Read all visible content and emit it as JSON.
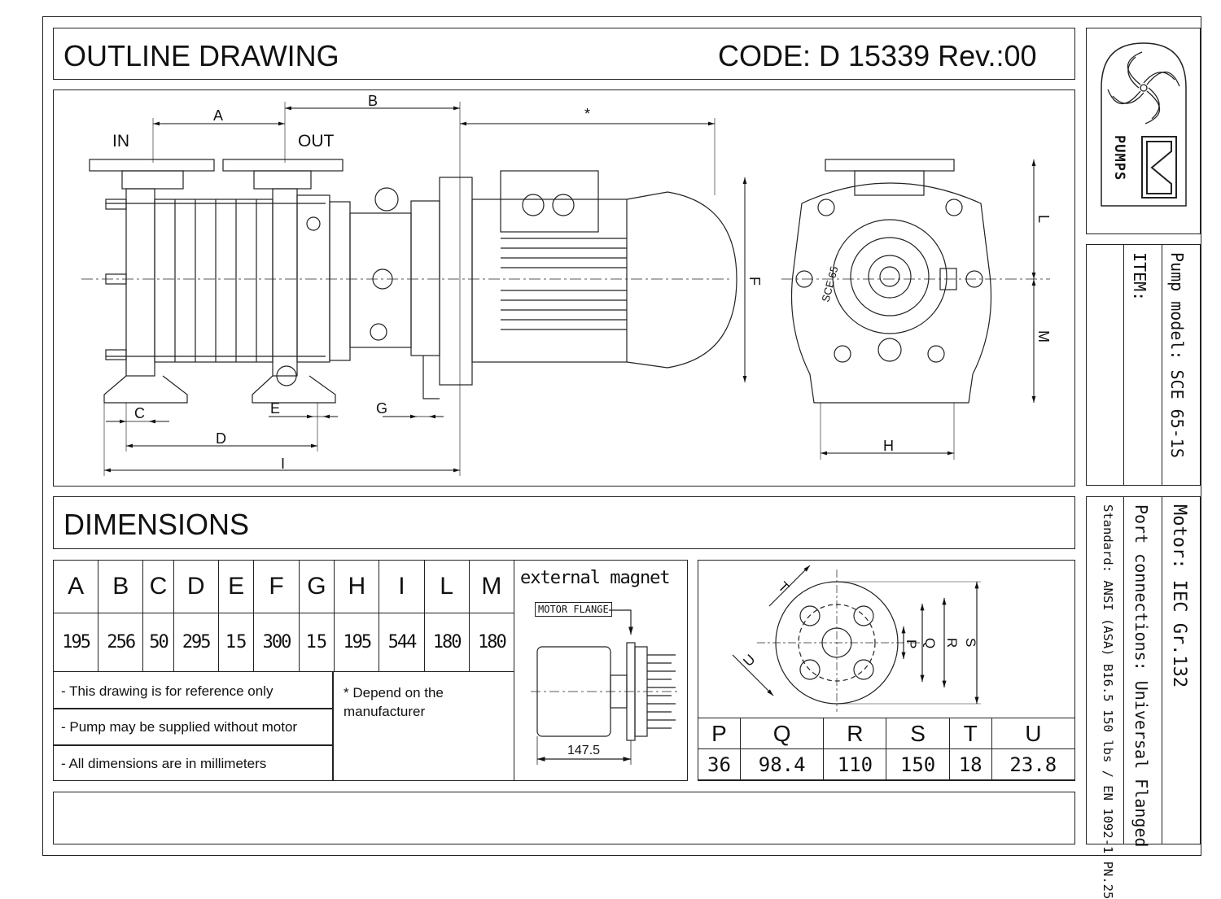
{
  "header": {
    "title": "OUTLINE DRAWING",
    "code": "CODE: D 15339  Rev.:00"
  },
  "side": {
    "pump_model": "Pump model: SCE 65-1S",
    "item": "ITEM:",
    "motor": "Motor: IEC Gr.132",
    "port_connections": "Port connections: Universal Flanged",
    "standard": "Standard: ANSI (ASA) B16.5 150 lbs / EN 1092-1 PN.25",
    "logo_text": "PUMPS"
  },
  "drawing": {
    "labels": {
      "in": "IN",
      "out": "OUT",
      "a": "A",
      "b": "B",
      "star": "*",
      "c": "C",
      "d": "D",
      "e": "E",
      "g": "G",
      "i": "I",
      "f": "F",
      "l": "L",
      "m": "M",
      "h": "H",
      "sce": "SCE 65"
    }
  },
  "dimensions": {
    "title": "DIMENSIONS",
    "headers": [
      "A",
      "B",
      "C",
      "D",
      "E",
      "F",
      "G",
      "H",
      "I",
      "L",
      "M"
    ],
    "values": [
      "195",
      "256",
      "50",
      "295",
      "15",
      "300",
      "15",
      "195",
      "544",
      "180",
      "180"
    ],
    "notes": [
      "- This drawing is for reference only",
      "- Pump may be supplied without motor",
      "- All dimensions are in millimeters"
    ],
    "depend_note": "* Depend on the manufacturer"
  },
  "magnet": {
    "title": "external magnet",
    "flange_label": "MOTOR FLANGE",
    "dimension": "147.5"
  },
  "flange": {
    "labels": {
      "t": "T",
      "u": "U",
      "p": "P",
      "q": "Q",
      "r": "R",
      "s": "S"
    },
    "headers": [
      "P",
      "Q",
      "R",
      "S",
      "T",
      "U"
    ],
    "values": [
      "36",
      "98.4",
      "110",
      "150",
      "18",
      "23.8"
    ]
  }
}
